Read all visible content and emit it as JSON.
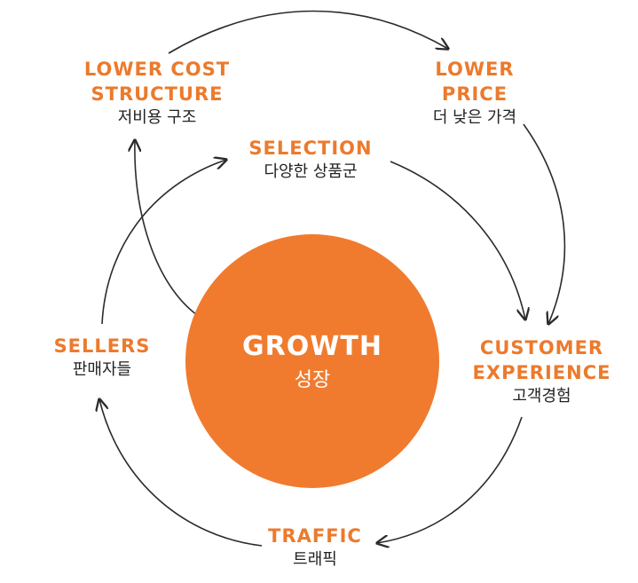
{
  "center": {
    "title": "GROWTH",
    "subtitle": "성장"
  },
  "nodes": {
    "lower_cost": {
      "en": "LOWER COST\nSTRUCTURE",
      "ko": "저비용 구조"
    },
    "lower_price": {
      "en": "LOWER\nPRICE",
      "ko": "더 낮은 가격"
    },
    "selection": {
      "en": "SELECTION",
      "ko": "다양한 상품군"
    },
    "customer_experience": {
      "en": "CUSTOMER\nEXPERIENCE",
      "ko": "고객경험"
    },
    "traffic": {
      "en": "TRAFFIC",
      "ko": "트래픽"
    },
    "sellers": {
      "en": "SELLERS",
      "ko": "판매자들"
    }
  },
  "colors": {
    "accent": "#ec7a2c",
    "hub": "#f07b2e",
    "text": "#222222",
    "arrow": "#2b2b2b"
  }
}
